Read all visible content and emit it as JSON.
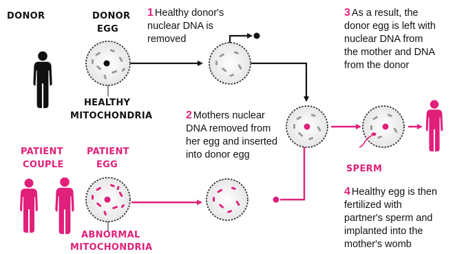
{
  "labels": {
    "donor": "DONOR",
    "donor_egg_line1": "DONOR",
    "donor_egg_line2": "EGG",
    "healthy_mito_line1": "HEALTHY",
    "healthy_mito_line2": "MITOCHONDRIA",
    "patient_couple_line1": "PATIENT",
    "patient_couple_line2": "COUPLE",
    "patient_egg_line1": "PATIENT",
    "patient_egg_line2": "EGG",
    "abnormal_mito_line1": "ABNORMAL",
    "abnormal_mito_line2": "MITOCHONDRIA",
    "sperm": "SPERM"
  },
  "steps": [
    {
      "number": "1",
      "lines": [
        "Healthy donor's",
        "nuclear DNA is",
        "removed"
      ]
    },
    {
      "number": "2",
      "lines": [
        "Mothers nuclear",
        "DNA removed from",
        "her egg and inserted",
        "into donor egg"
      ]
    },
    {
      "number": "3",
      "lines": [
        "As a result, the",
        "donor egg is left with",
        "nuclear DNA from",
        "the mother and DNA",
        "from the donor"
      ]
    },
    {
      "number": "4",
      "lines": [
        "Healthy egg is then",
        "fertilized with",
        "partner's sperm and",
        "implanted into the",
        "mother's womb"
      ]
    }
  ],
  "colors": {
    "accent": "#e0207a",
    "text": "#111111",
    "cell_fill": "#efefef",
    "mito_healthy": "#9a9a9a"
  }
}
